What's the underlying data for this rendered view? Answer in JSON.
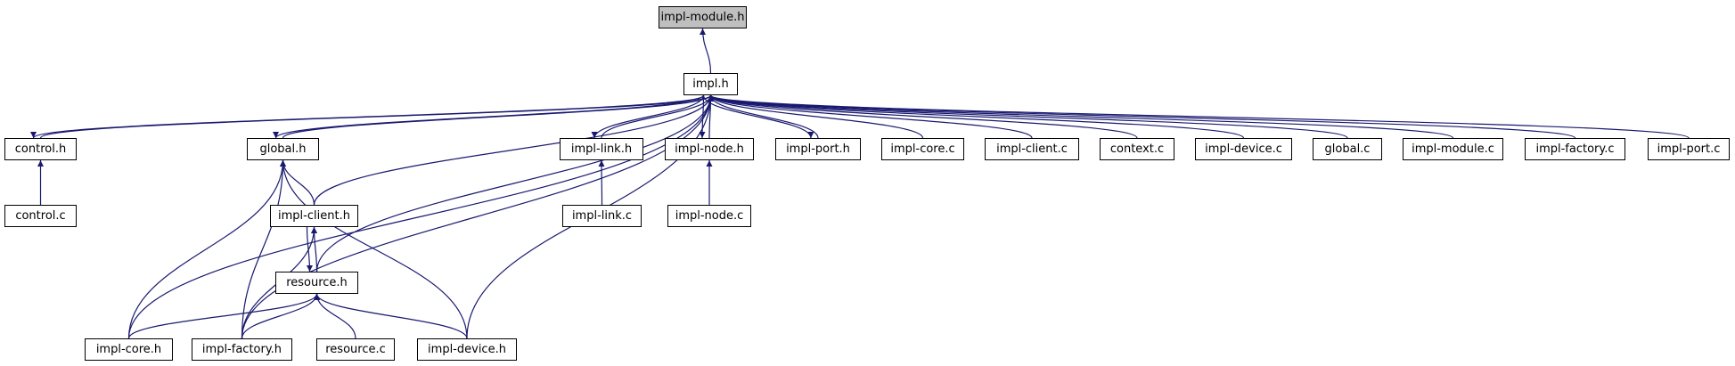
{
  "graph": {
    "edge_color": "#191970",
    "root_fill": "#bfbfbf",
    "nodes": [
      {
        "id": "impl-module-h",
        "label": "impl-module.h"
      },
      {
        "id": "impl-h",
        "label": "impl.h"
      },
      {
        "id": "control-h",
        "label": "control.h"
      },
      {
        "id": "control-c",
        "label": "control.c"
      },
      {
        "id": "global-h",
        "label": "global.h"
      },
      {
        "id": "impl-client-h",
        "label": "impl-client.h"
      },
      {
        "id": "resource-h",
        "label": "resource.h"
      },
      {
        "id": "impl-core-h",
        "label": "impl-core.h"
      },
      {
        "id": "impl-factory-h",
        "label": "impl-factory.h"
      },
      {
        "id": "resource-c",
        "label": "resource.c"
      },
      {
        "id": "impl-device-h",
        "label": "impl-device.h"
      },
      {
        "id": "impl-link-h",
        "label": "impl-link.h"
      },
      {
        "id": "impl-link-c",
        "label": "impl-link.c"
      },
      {
        "id": "impl-node-h",
        "label": "impl-node.h"
      },
      {
        "id": "impl-node-c",
        "label": "impl-node.c"
      },
      {
        "id": "impl-port-h",
        "label": "impl-port.h"
      },
      {
        "id": "impl-core-c",
        "label": "impl-core.c"
      },
      {
        "id": "impl-client-c",
        "label": "impl-client.c"
      },
      {
        "id": "context-c",
        "label": "context.c"
      },
      {
        "id": "impl-device-c",
        "label": "impl-device.c"
      },
      {
        "id": "global-c",
        "label": "global.c"
      },
      {
        "id": "impl-module-c",
        "label": "impl-module.c"
      },
      {
        "id": "impl-factory-c",
        "label": "impl-factory.c"
      },
      {
        "id": "impl-port-c",
        "label": "impl-port.c"
      }
    ],
    "edges": [
      [
        "impl-h",
        "impl-module-h"
      ],
      [
        "control-h",
        "impl-h"
      ],
      [
        "global-h",
        "impl-h"
      ],
      [
        "impl-client-h",
        "impl-h"
      ],
      [
        "resource-h",
        "impl-h"
      ],
      [
        "impl-core-h",
        "impl-h"
      ],
      [
        "impl-factory-h",
        "impl-h"
      ],
      [
        "impl-device-h",
        "impl-h"
      ],
      [
        "impl-link-h",
        "impl-h"
      ],
      [
        "impl-node-h",
        "impl-h"
      ],
      [
        "impl-port-h",
        "impl-h"
      ],
      [
        "impl-core-c",
        "impl-h"
      ],
      [
        "impl-client-c",
        "impl-h"
      ],
      [
        "context-c",
        "impl-h"
      ],
      [
        "impl-device-c",
        "impl-h"
      ],
      [
        "global-c",
        "impl-h"
      ],
      [
        "impl-module-c",
        "impl-h"
      ],
      [
        "impl-factory-c",
        "impl-h"
      ],
      [
        "impl-port-c",
        "impl-h"
      ],
      [
        "impl-h",
        "control-h"
      ],
      [
        "impl-h",
        "global-h"
      ],
      [
        "impl-h",
        "impl-link-h"
      ],
      [
        "impl-h",
        "impl-node-h"
      ],
      [
        "impl-h",
        "impl-port-h"
      ],
      [
        "control-c",
        "control-h"
      ],
      [
        "impl-client-h",
        "global-h"
      ],
      [
        "impl-core-h",
        "global-h"
      ],
      [
        "impl-factory-h",
        "global-h"
      ],
      [
        "impl-device-h",
        "global-h"
      ],
      [
        "resource-h",
        "impl-client-h"
      ],
      [
        "impl-factory-h",
        "impl-client-h"
      ],
      [
        "impl-client-h",
        "resource-h"
      ],
      [
        "impl-core-h",
        "resource-h"
      ],
      [
        "impl-factory-h",
        "resource-h"
      ],
      [
        "resource-c",
        "resource-h"
      ],
      [
        "impl-device-h",
        "resource-h"
      ],
      [
        "impl-link-c",
        "impl-link-h"
      ],
      [
        "impl-node-c",
        "impl-node-h"
      ]
    ]
  }
}
